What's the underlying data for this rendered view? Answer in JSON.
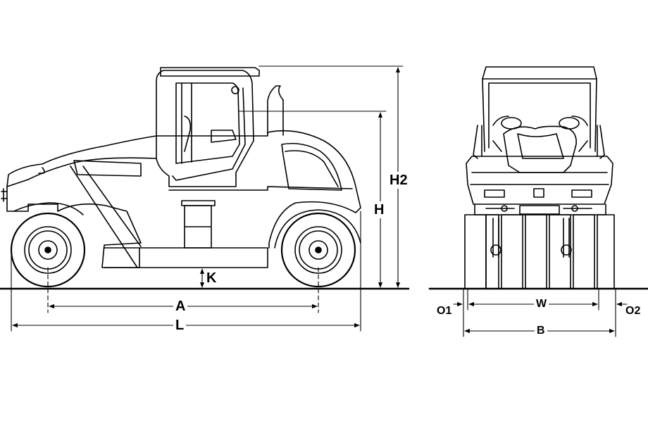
{
  "colors": {
    "line": "#000000",
    "background": "#ffffff"
  },
  "side_view": {
    "dimensions": {
      "wheelbase": "A",
      "overall_length": "L",
      "ground_clearance": "K",
      "height_to_operator": "H",
      "overall_height": "H2"
    }
  },
  "front_view": {
    "dimensions": {
      "compaction_width": "W",
      "overall_width": "B",
      "overhang_left": "O1",
      "overhang_right": "O2"
    }
  }
}
